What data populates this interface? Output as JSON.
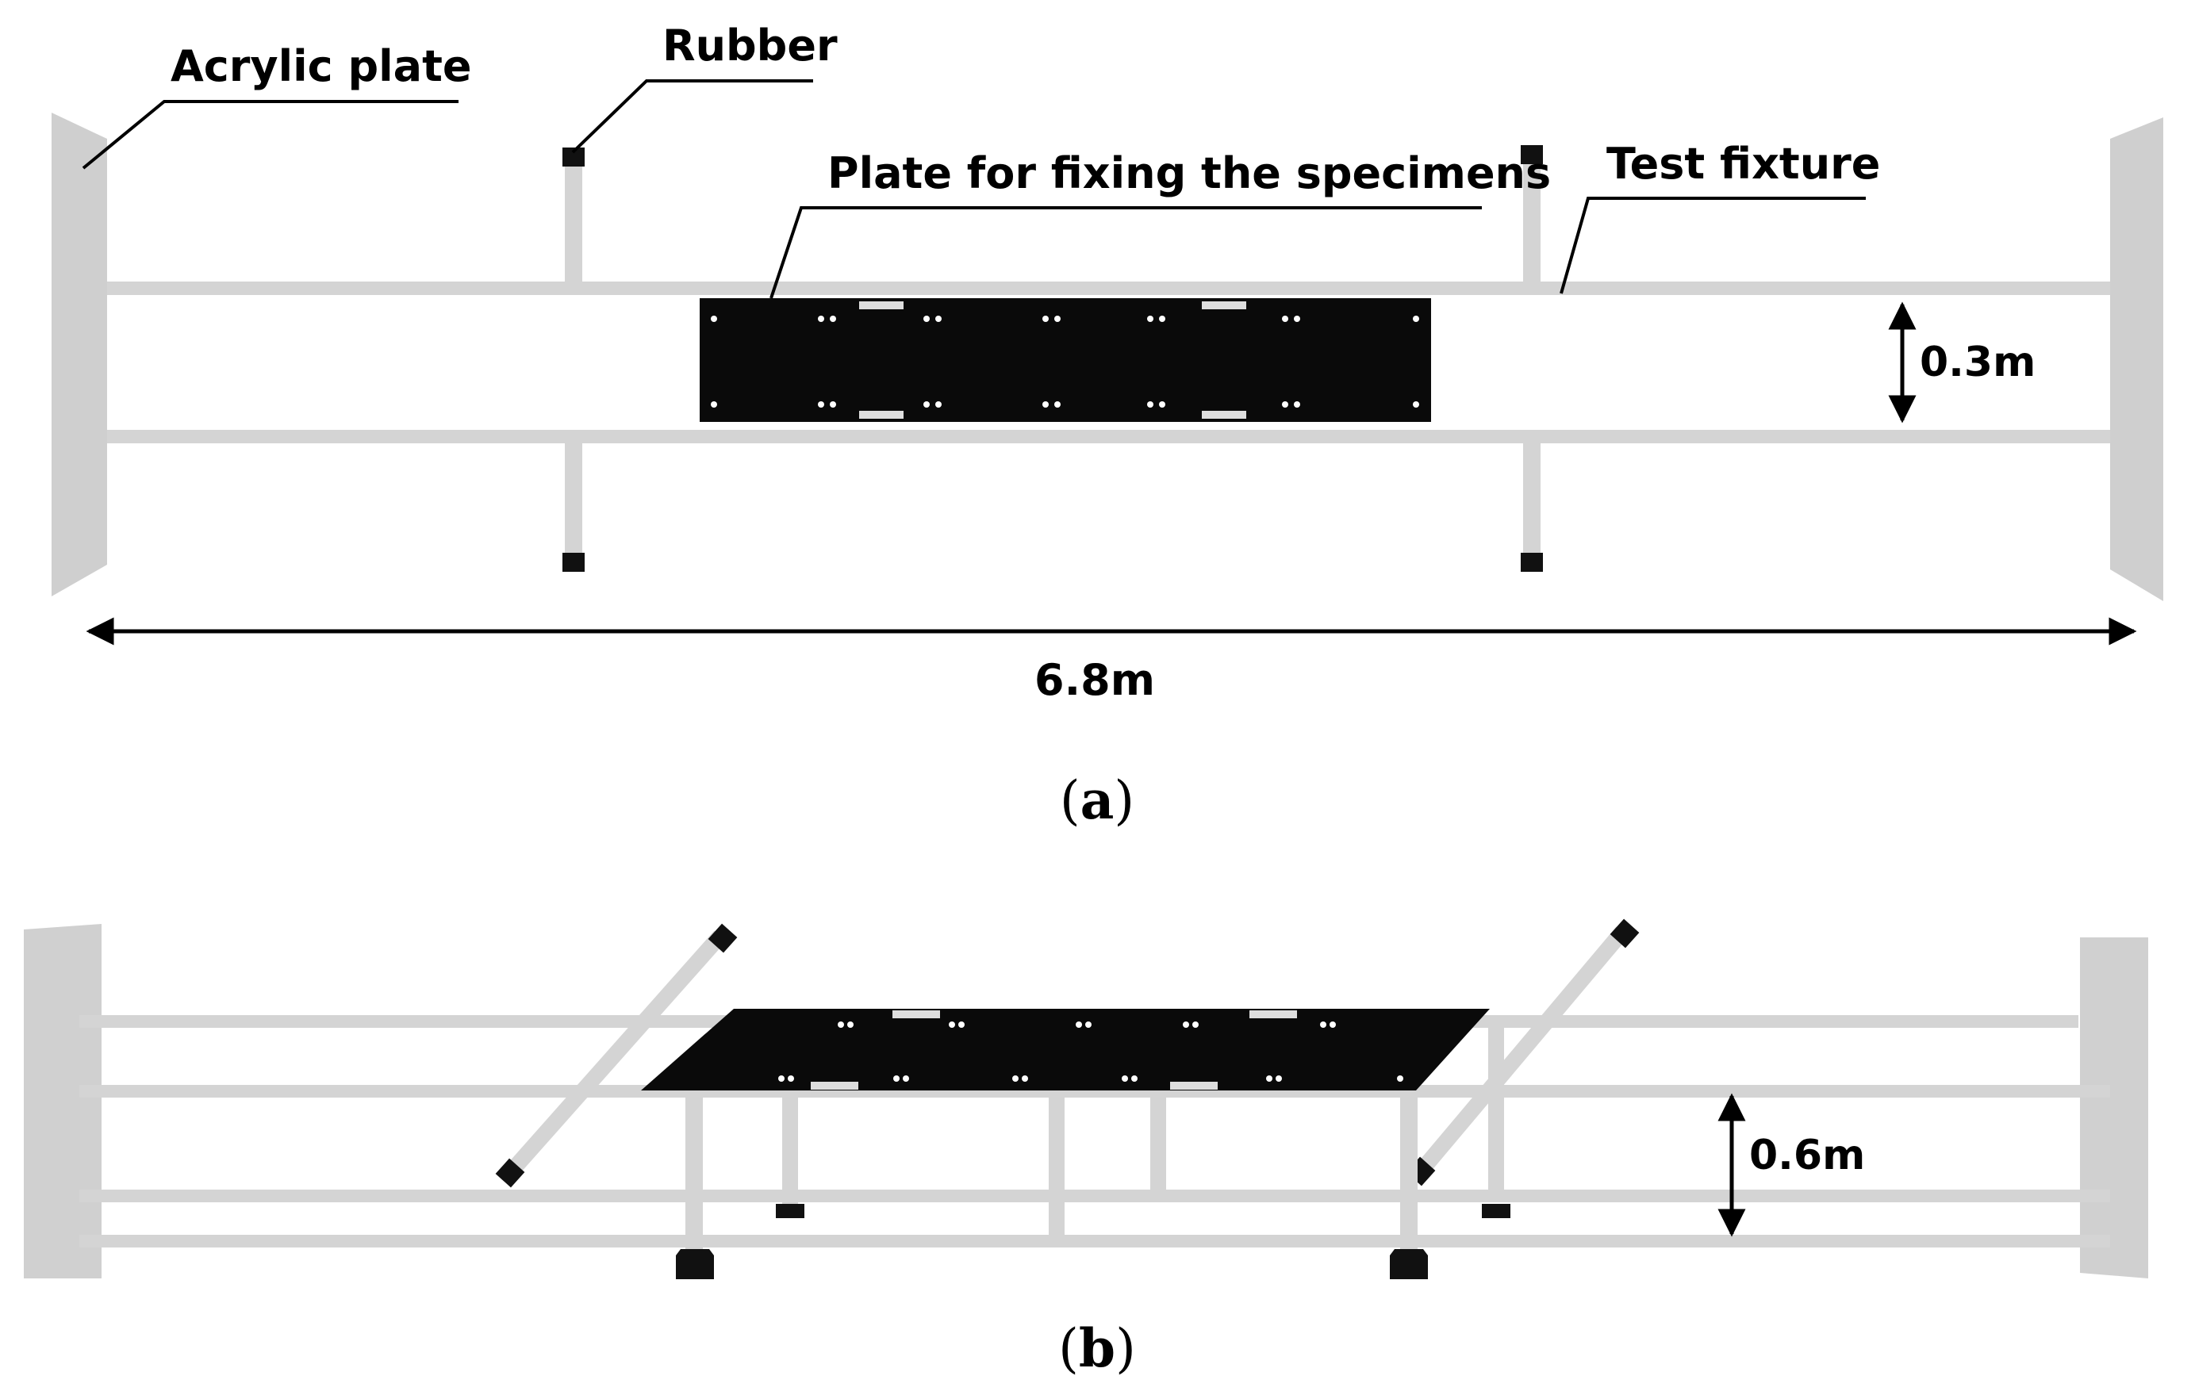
{
  "panel_a": {
    "labels": {
      "acrylic_plate": "Acrylic plate",
      "rubber": "Rubber",
      "plate_for_fixing": "Plate for fixing the specimens",
      "test_fixture": "Test fixture"
    },
    "dimensions": {
      "height": "0.3m",
      "length": "6.8m"
    },
    "caption_open": "(",
    "caption_letter": "a",
    "caption_close": ")"
  },
  "panel_b": {
    "dimensions": {
      "height": "0.6m"
    },
    "caption_open": "(",
    "caption_letter": "b",
    "caption_close": ")"
  },
  "colors": {
    "rail": "#d4d4d4",
    "acrylic": "#cfcfcf",
    "plate": "#0a0a0a",
    "rubber": "#111111"
  }
}
